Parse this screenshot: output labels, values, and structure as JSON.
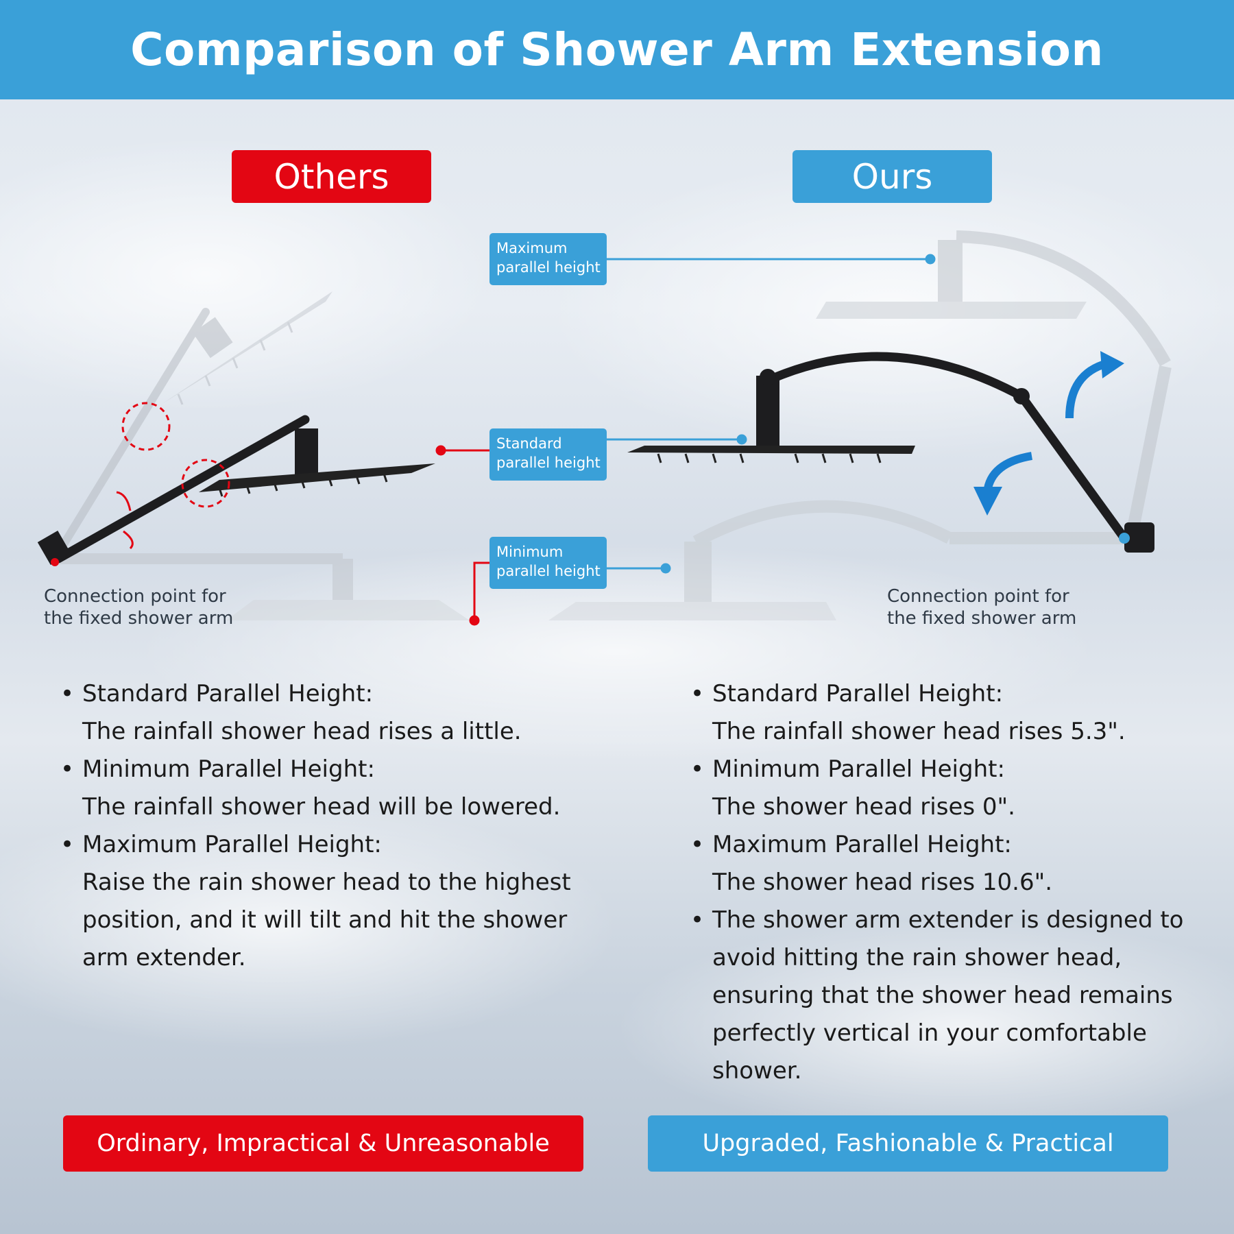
{
  "header": {
    "title": "Comparison of Shower Arm Extension"
  },
  "tags": {
    "others": "Others",
    "ours": "Ours"
  },
  "callouts": {
    "maximum": {
      "line1": "Maximum",
      "line2": "parallel height"
    },
    "standard": {
      "line1": "Standard",
      "line2": "parallel height"
    },
    "minimum": {
      "line1": "Minimum",
      "line2": "parallel height"
    }
  },
  "connection_label": {
    "line1": "Connection point for",
    "line2": "the fixed shower arm"
  },
  "others_points": [
    {
      "title": "Standard Parallel Height:",
      "text": "The rainfall shower head rises a little."
    },
    {
      "title": "Minimum Parallel Height:",
      "text": "The rainfall shower head will be lowered."
    },
    {
      "title": "Maximum Parallel Height:",
      "text": "Raise the rain shower head to the highest position, and it will tilt and hit the shower arm extender."
    }
  ],
  "ours_points": [
    {
      "title": "Standard Parallel Height:",
      "text": "The rainfall shower head rises 5.3\"."
    },
    {
      "title": "Minimum Parallel Height:",
      "text": "The shower head rises 0\"."
    },
    {
      "title": "Maximum Parallel Height:",
      "text": "The shower head rises 10.6\"."
    },
    {
      "title": "The shower arm extender is designed to avoid hitting the rain shower head, ensuring that the shower head remains perfectly vertical in your comfortable shower.",
      "text": ""
    }
  ],
  "verdicts": {
    "others": "Ordinary, Impractical & Unreasonable",
    "ours": "Upgraded, Fashionable & Practical"
  },
  "colors": {
    "red": "#e30613",
    "blue": "#3aa0d8",
    "arrow_blue": "#1a7fd0"
  },
  "icons": {
    "arrow-up": "curved-arrow",
    "arrow-down": "curved-arrow"
  }
}
